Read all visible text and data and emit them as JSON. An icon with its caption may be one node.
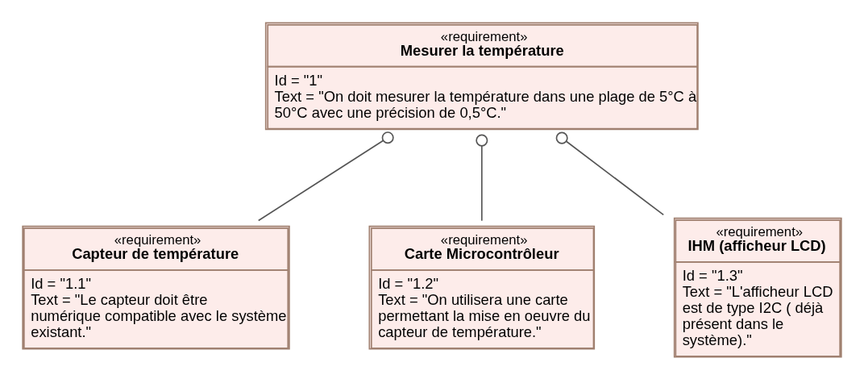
{
  "diagram": {
    "nodes": [
      {
        "text": [
          "«requirement»",
          "Mesurer la température",
          "Id = \"1\"",
          "Text = \"On doit mesurer la température dans une plage de 5°C à 50°C avec une précision de 0,5°C.\""
        ]
      },
      {
        "text": [
          "«requirement»",
          "Capteur de température",
          "Id = \"1.1\"",
          "Text = \"Le capteur doit être numérique compatible avec le système existant.\""
        ]
      },
      {
        "text": [
          "«requirement»",
          "Carte Microcontrôleur",
          "Id = \"1.2\"",
          "Text = \"On utilisera une carte permettant la mise en oeuvre du capteur de température.\""
        ]
      },
      {
        "text": [
          "«requirement»",
          "IHM (afficheur LCD)",
          "Id = \"1.3\"",
          "Text = \"L'afficheur LCD est de type I2C ( déjà présent dans le système).\""
        ]
      }
    ],
    "edges": [
      {
        "from": 0,
        "to": 1,
        "arrow": "other"
      },
      {
        "from": 0,
        "to": 2,
        "arrow": "other"
      },
      {
        "from": 0,
        "to": 3,
        "arrow": "other"
      }
    ]
  }
}
